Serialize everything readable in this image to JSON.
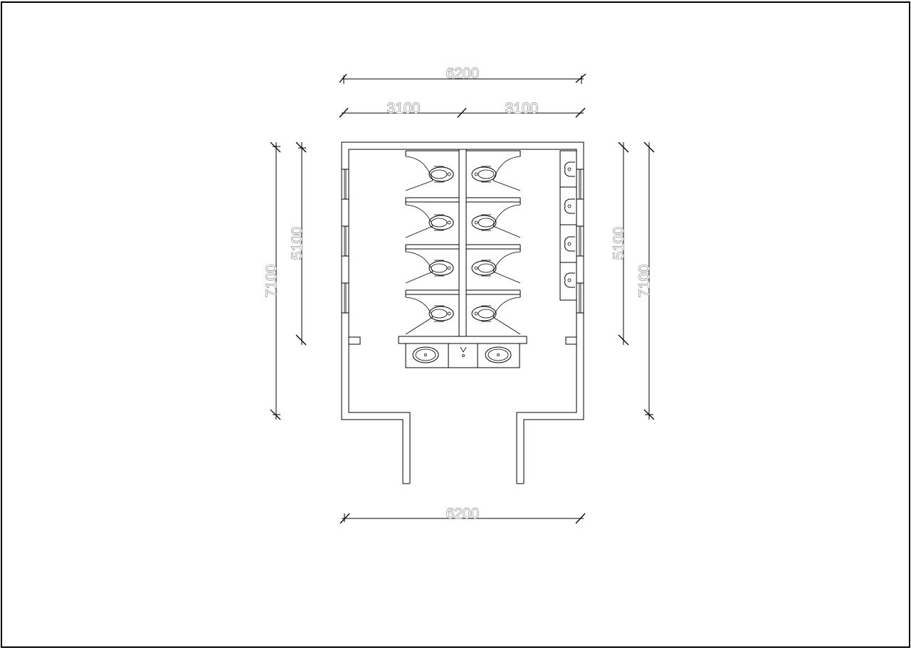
{
  "drawing": {
    "dim_top_total": "6200",
    "dim_top_left": "3100",
    "dim_top_right": "3100",
    "dim_bottom_total": "6200",
    "dim_left_outer": "7100",
    "dim_left_inner": "5100",
    "dim_right_inner": "5100",
    "dim_right_outer": "7100"
  },
  "colors": {
    "line": "#000000",
    "background": "#ffffff",
    "dimension_text": "#555555"
  }
}
